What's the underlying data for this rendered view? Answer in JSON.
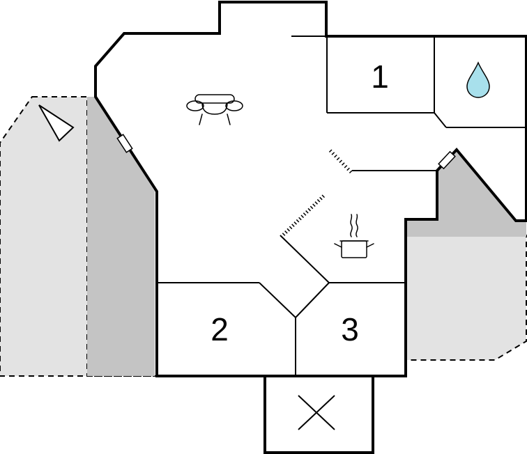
{
  "plan": {
    "rooms": [
      {
        "id": "room-1",
        "label": "1"
      },
      {
        "id": "room-2",
        "label": "2"
      },
      {
        "id": "room-3",
        "label": "3"
      }
    ],
    "icons": {
      "sofa": "sofa-icon",
      "cooking_pot": "cooking-pot-icon",
      "water_drop": "water-drop-icon",
      "compass": "north-arrow-icon",
      "void": "void-cross-icon"
    },
    "colors": {
      "wall": "#000000",
      "terrace": "#e3e3e3",
      "covered": "#c4c4c4",
      "water": "#a8e0ec"
    }
  }
}
